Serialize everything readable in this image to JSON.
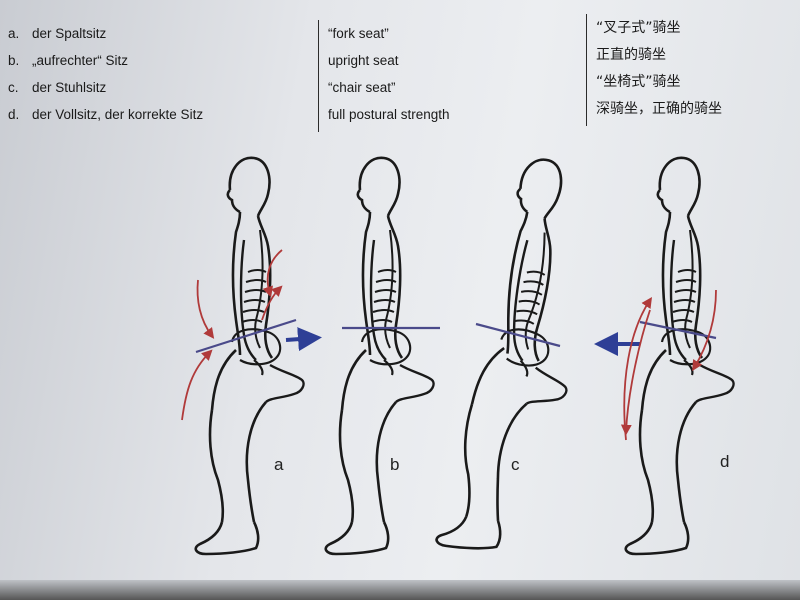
{
  "legend": {
    "german": [
      {
        "letter": "a.",
        "text": "der Spaltsitz"
      },
      {
        "letter": "b.",
        "text": "„aufrechter“ Sitz"
      },
      {
        "letter": "c.",
        "text": "der Stuhlsitz"
      },
      {
        "letter": "d.",
        "text": "der Vollsitz, der korrekte Sitz"
      }
    ],
    "english": [
      "“fork seat”",
      "upright seat",
      "“chair seat”",
      "full postural strength"
    ],
    "chinese": [
      "“叉子式”骑坐",
      "正直的骑坐",
      "“坐椅式”骑坐",
      "深骑坐，正确的骑坐"
    ]
  },
  "figures": [
    {
      "label": "a",
      "pelvis": "tilted-forward",
      "arrow": "right"
    },
    {
      "label": "b",
      "pelvis": "neutral",
      "arrow": "none"
    },
    {
      "label": "c",
      "pelvis": "tilted-back",
      "arrow": "none"
    },
    {
      "label": "d",
      "pelvis": "neutral-deep",
      "arrow": "left"
    }
  ],
  "colors": {
    "outline": "#1a1a1a",
    "pelvis_line": "#4a4a8a",
    "direction_arrow": "#2e3f96",
    "muscle_arrow": "#b03a3a"
  }
}
